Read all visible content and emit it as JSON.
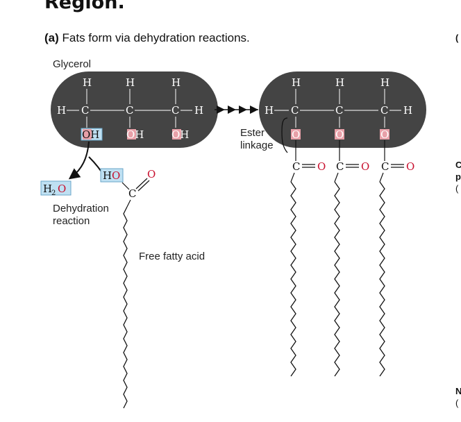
{
  "heading": "Region.",
  "caption": {
    "letter": "(a)",
    "text": "Fats form via dehydration reactions."
  },
  "labels": {
    "glycerol": "Glycerol",
    "dehydration_line1": "Dehydration",
    "dehydration_line2": "reaction",
    "free_fatty_acid": "Free fatty acid",
    "ester_line1": "Ester",
    "ester_line2": "linkage"
  },
  "atoms": {
    "h": "H",
    "c": "C",
    "o": "O",
    "oh": "OH",
    "ho": "HO",
    "h2o_h": "H",
    "h2o_sub": "2",
    "h2o_o": "O"
  },
  "right_edge": {
    "paren": "(",
    "c_letter": "C",
    "p_letter": "p",
    "paren2": "(",
    "n_letter": "N",
    "paren3": "("
  },
  "colors": {
    "capsule": "#444444",
    "oxygen": "#c8102e",
    "highlight": "#bfe0f2",
    "bond": "#111111"
  }
}
